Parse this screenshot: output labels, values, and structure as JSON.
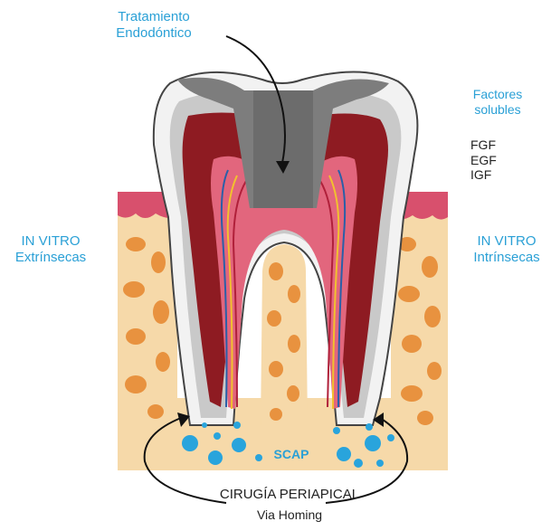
{
  "labels": {
    "tratamiento_line1": "Tratamiento",
    "tratamiento_line2": "Endodóntico",
    "factores_line1": "Factores",
    "factores_line2": "solubles",
    "growth_factors": [
      "FGF",
      "EGF",
      "IGF"
    ],
    "in_vitro_left_line1": "IN VITRO",
    "in_vitro_left_line2": "Extrínsecas",
    "in_vitro_right_line1": "IN VITRO",
    "in_vitro_right_line2": "Intrínsecas",
    "scap": "SCAP",
    "cirugia": "CIRUGÍA PERIAPICAL",
    "via_homing": "Via Homing"
  },
  "colors": {
    "label_blue": "#2aa0d6",
    "pulp_dark_red": "#8e1b22",
    "pulp_pink": "#e2667d",
    "gum_pink": "#d8506d",
    "bone_bg": "#f6d9a9",
    "bone_spot": "#e8923f",
    "enamel": "#eeeeee",
    "filling_grey": "#7d7d7d",
    "stem_cell_blue": "#29a4dc"
  }
}
